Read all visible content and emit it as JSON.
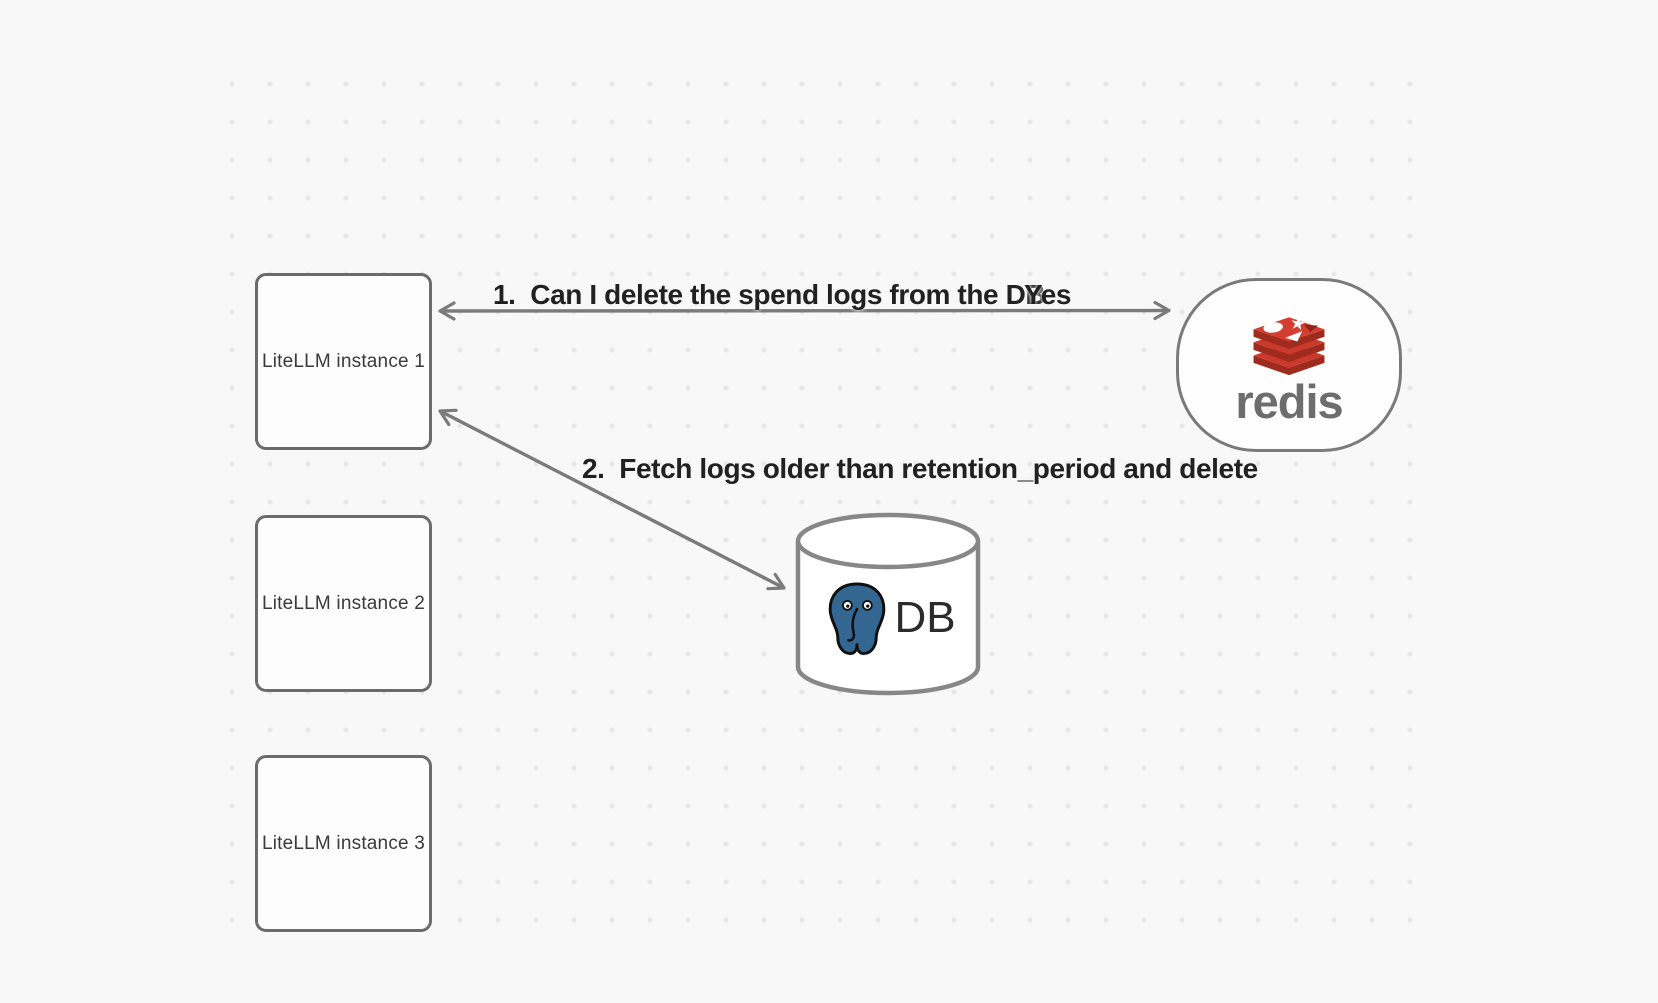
{
  "diagram": {
    "nodes": {
      "instance1": {
        "label": "LiteLLM instance 1"
      },
      "instance2": {
        "label": "LiteLLM instance 2"
      },
      "instance3": {
        "label": "LiteLLM instance 3"
      },
      "redis": {
        "wordmark": "redis"
      },
      "db": {
        "label": "DB"
      }
    },
    "edges": {
      "redis_edge": {
        "from": "LiteLLM instance 1",
        "to": "redis",
        "direction": "bidirectional",
        "label": "1.  Can I delete the spend logs from the DB",
        "response": "Yes"
      },
      "db_edge": {
        "from": "LiteLLM instance 1",
        "to": "DB",
        "direction": "bidirectional",
        "label": "2.  Fetch logs older than retention_period and delete"
      }
    },
    "icons": {
      "redis_logo": "redis-logo-icon",
      "postgres_logo": "postgresql-elephant-icon"
    },
    "colors": {
      "background": "#f8f8f8",
      "dot_grid": "#e7e7e7",
      "node_border": "#6b6b6b",
      "arrow_stroke": "#7b7b7b",
      "edge_label_text": "#212121",
      "node_label_text": "#3a3a3a",
      "redis_red_top": "#cb392c",
      "redis_red_dark": "#9f2a1e",
      "redis_wordmark_gray": "#6d6d6d",
      "postgres_blue": "#336791",
      "db_text": "#2b2b2b"
    }
  }
}
